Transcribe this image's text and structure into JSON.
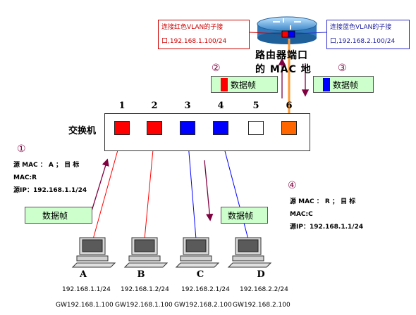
{
  "router": {
    "red_subif": [
      "连接红色VLAN的子接",
      "口,192.168.1.100/24"
    ],
    "blue_subif": [
      "连接蓝色VLAN的子接",
      "口,192.168.2.100/24"
    ],
    "port_label_line1": "路由器端口",
    "port_label_line2": "的 MAC 地"
  },
  "frames": {
    "frame2": {
      "num": "②",
      "label": "数据帧"
    },
    "frame3": {
      "num": "③",
      "label": "数据帧"
    },
    "frame1": {
      "label": "数据帧"
    },
    "frame4": {
      "label": "数据帧"
    }
  },
  "switch": {
    "label": "交换机",
    "ports": [
      {
        "num": "1",
        "color": "#ff0000"
      },
      {
        "num": "2",
        "color": "#ff0000"
      },
      {
        "num": "3",
        "color": "#0000ff"
      },
      {
        "num": "4",
        "color": "#0000ff"
      },
      {
        "num": "5",
        "color": "#ffffff"
      },
      {
        "num": "6",
        "color": "#ff6600"
      }
    ]
  },
  "step1": {
    "num": "①",
    "lines": [
      "源 MAC ： A ； 目 标",
      "MAC:R",
      "源IP：192.168.1.1/24"
    ]
  },
  "step4": {
    "num": "④",
    "lines": [
      "源 MAC ： R ； 目 标",
      "MAC:C",
      "源IP：192.168.1.1/24"
    ]
  },
  "hosts": [
    {
      "name": "A",
      "ip": "192.168.1.1/24",
      "gw": "GW192.168.1.100"
    },
    {
      "name": "B",
      "ip": "192.168.1.2/24",
      "gw": "GW192.168.1.100"
    },
    {
      "name": "C",
      "ip": "192.168.2.1/24",
      "gw": "GW192.168.2.100"
    },
    {
      "name": "D",
      "ip": "192.168.2.2/24",
      "gw": "GW192.168.2.100"
    }
  ],
  "colors": {
    "red": "#ff0000",
    "blue": "#0000ff",
    "orange": "#ff6600",
    "frame_bg": "#ccffcc",
    "arrow": "#800040"
  }
}
